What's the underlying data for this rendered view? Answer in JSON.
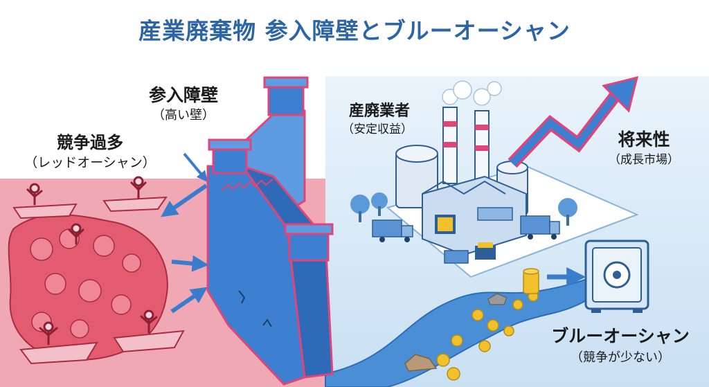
{
  "title": "産業廃棄物 参入障壁とブルーオーシャン",
  "red_ocean": {
    "heading": "競争過多",
    "note": "（レッドオーシャン）"
  },
  "wall": {
    "heading": "参入障壁",
    "note": "（高い壁）"
  },
  "operator": {
    "heading": "産廃業者",
    "note": "（安定収益）"
  },
  "future": {
    "heading": "将来性",
    "note": "（成長市場）"
  },
  "blue_ocean": {
    "heading": "ブルーオーシャン",
    "note": "（競争が少ない）"
  },
  "icons": {
    "wall": "castle-wall-icon",
    "factory": "factory-icon",
    "safe": "safe-icon",
    "growth": "growth-arrow-icon",
    "coins": "coin-icon",
    "crowd": "crowd-icon"
  },
  "colors": {
    "title": "#2c64a8",
    "red_zone": "#f1a8b5",
    "blue_zone": "#cfe4f5",
    "wall": "#3d7fd0",
    "accent_pink": "#e0457a",
    "gold": "#f0c12d",
    "arrow": "#3a7ccc"
  }
}
